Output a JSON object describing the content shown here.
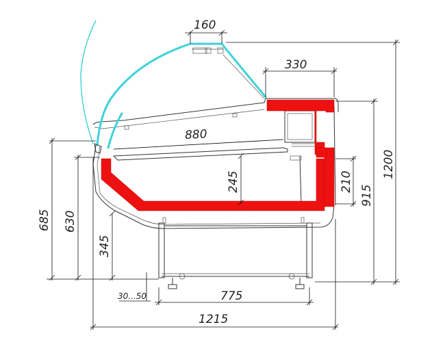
{
  "colors": {
    "insulation": "#ee1111",
    "glass": "#3cd2d8",
    "line": "#333333",
    "dimension": "#111111"
  },
  "dimensions": {
    "top_width": "160",
    "shelf_width": "330",
    "inner_depth": "880",
    "tub_depth": "245",
    "total_height": "1200",
    "counter_height": "915",
    "compartment_height": "210",
    "front_height_685": "685",
    "front_height_630": "630",
    "tub_bottom_height": "345",
    "feet_adjust": "30...50",
    "base_width": "775",
    "total_width": "1215"
  }
}
